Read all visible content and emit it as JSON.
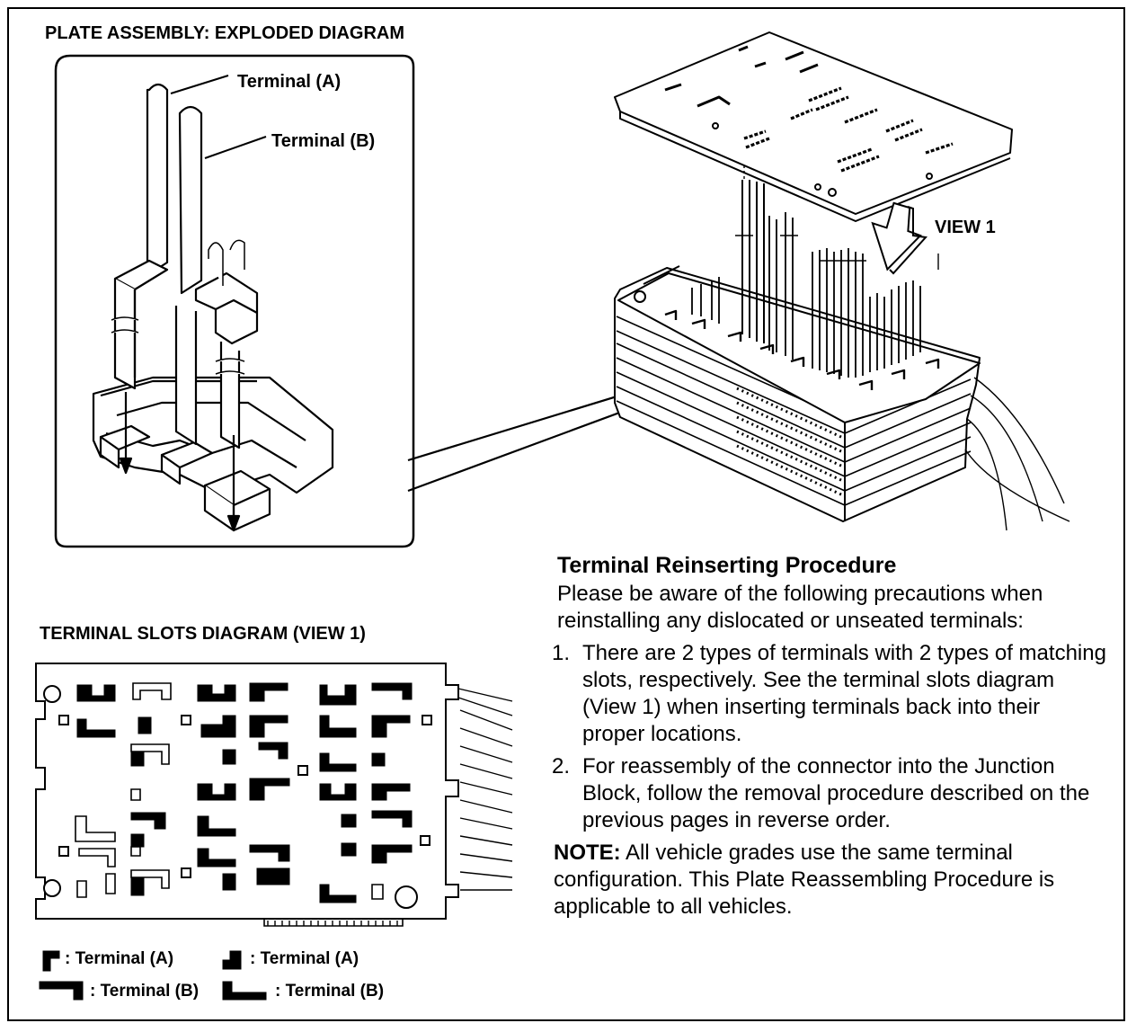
{
  "titles": {
    "exploded": "PLATE ASSEMBLY: EXPLODED DIAGRAM",
    "slots": "TERMINAL SLOTS DIAGRAM (VIEW 1)",
    "view": "VIEW 1"
  },
  "callouts": {
    "terminal_a": "Terminal (A)",
    "terminal_b": "Terminal (B)"
  },
  "procedure": {
    "heading": "Terminal Reinserting Procedure",
    "intro": "Please be aware of the following precautions when reinstalling any dislocated or unseated terminals:",
    "steps": [
      {
        "num": "1.",
        "text": "There are 2 types of terminals with 2 types of matching slots, respectively.  See the terminal slots diagram (View 1) when inserting terminals back into their proper locations."
      },
      {
        "num": "2.",
        "text": "For reassembly of the connector into the Junction Block, follow the removal procedure described on the previous pages in reverse order."
      }
    ],
    "note_label": "NOTE:",
    "note_text": " All vehicle grades use the same terminal configuration. This Plate Reassembling Procedure is applicable to all vehicles."
  },
  "legend": [
    {
      "text": ": Terminal (A)"
    },
    {
      "text": ": Terminal (A)"
    },
    {
      "text": ": Terminal (B)"
    },
    {
      "text": ": Terminal (B)"
    }
  ]
}
